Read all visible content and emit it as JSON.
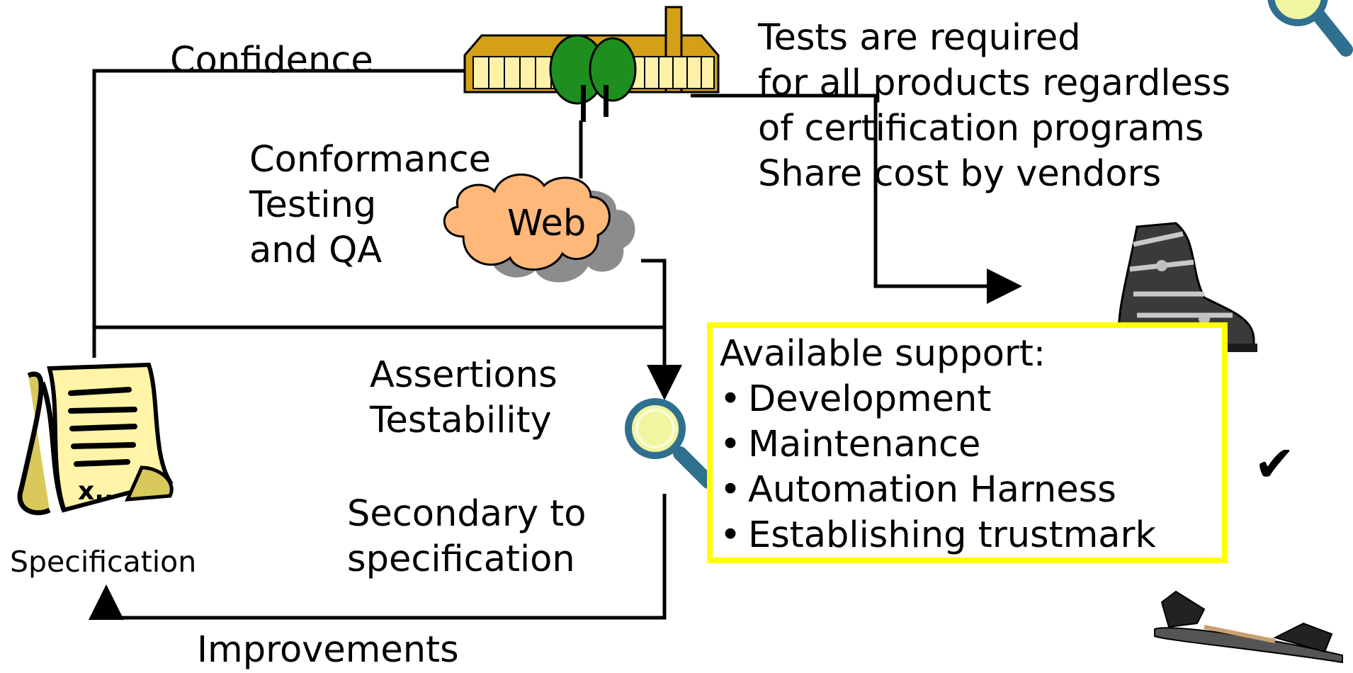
{
  "labels": {
    "confidence": "Confidence",
    "conformance": "Conformance\nTesting\nand QA",
    "web": "Web",
    "assertions": "Assertions\nTestability",
    "secondary": "Secondary to\nspecification",
    "specification": "Specification",
    "improvements": "Improvements",
    "tests_required": "Tests are required\nfor all products regardless\nof certification programs\nShare cost by vendors"
  },
  "support": {
    "title": "Available support:",
    "items": [
      "Development",
      "Maintenance",
      "Automation Harness",
      "Establishing trustmark"
    ],
    "bullet": "•"
  },
  "icons": {
    "building": "building-with-trees-icon",
    "cloud": "cloud-icon",
    "document": "specification-document-icon",
    "magnifier": "magnifying-glass-icon",
    "boot": "ski-boot-icon",
    "binding": "ski-binding-icon",
    "check": "checkmark-icon",
    "check_glyph": "✔"
  },
  "colors": {
    "highlight_border": "#ffff00",
    "cloud_fill": "#ffb77a",
    "building_fill": "#d4a017",
    "document_fill": "#fff4a8",
    "magnifier_lens": "#f0f5a0",
    "magnifier_handle": "#2f6f8f"
  }
}
